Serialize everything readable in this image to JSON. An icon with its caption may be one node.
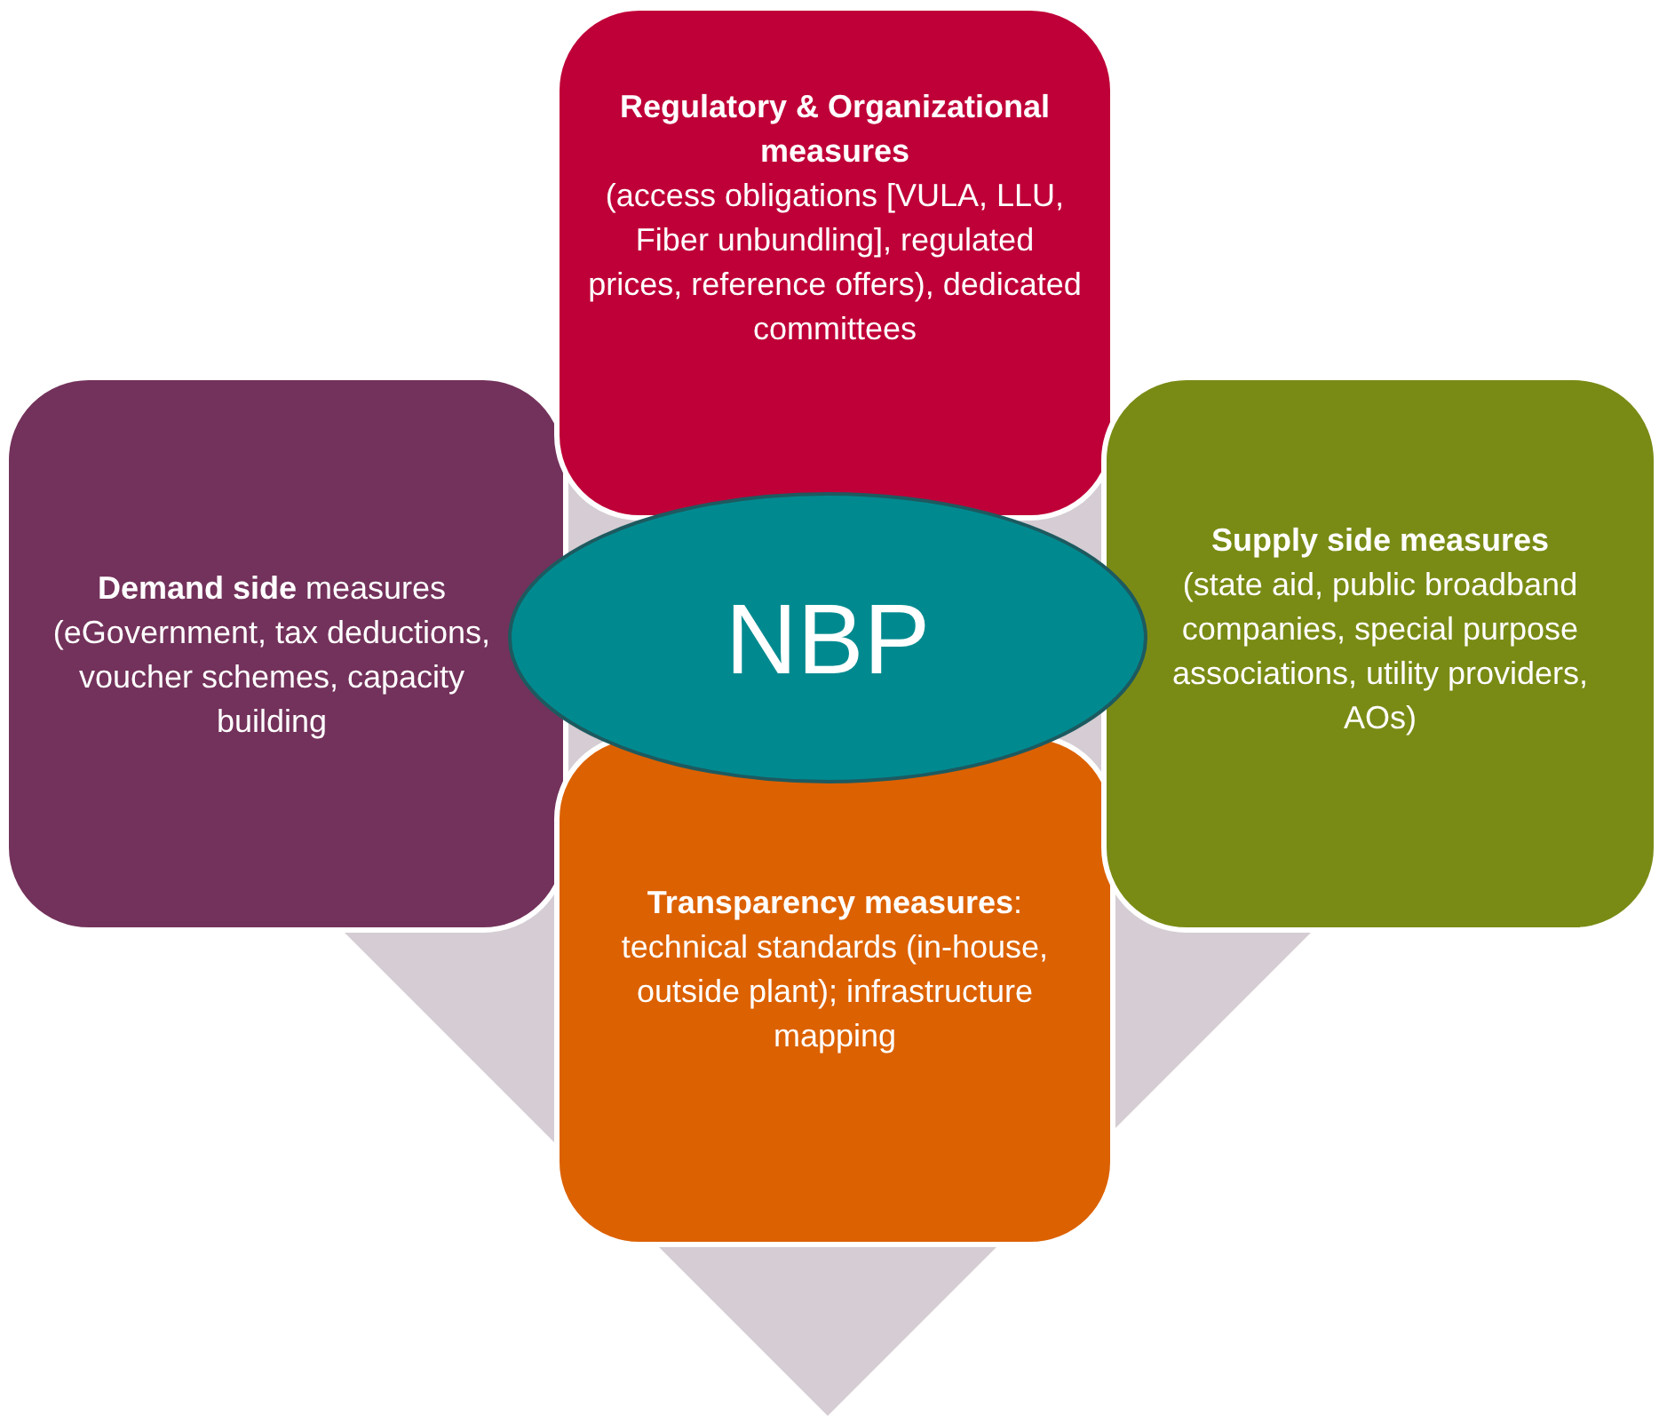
{
  "diagram": {
    "nodes": [
      {
        "text": [
          "Regulatory & Organizational measures",
          "(access obligations [VULA, LLU, Fiber unbundling], regulated prices, reference offers), dedicated committees"
        ]
      },
      {
        "text": [
          "**Demand side** measures (eGovernment, tax deductions, voucher schemes, capacity building"
        ]
      },
      {
        "text": [
          "NBP"
        ]
      },
      {
        "text": [
          "Supply side measures",
          "(state aid, public broadband companies, special purpose associations, utility providers, AOs)"
        ]
      },
      {
        "text": [
          "**Transparency measures**: technical standards (in-house, outside plant); infrastructure mapping"
        ]
      }
    ],
    "edges": []
  }
}
